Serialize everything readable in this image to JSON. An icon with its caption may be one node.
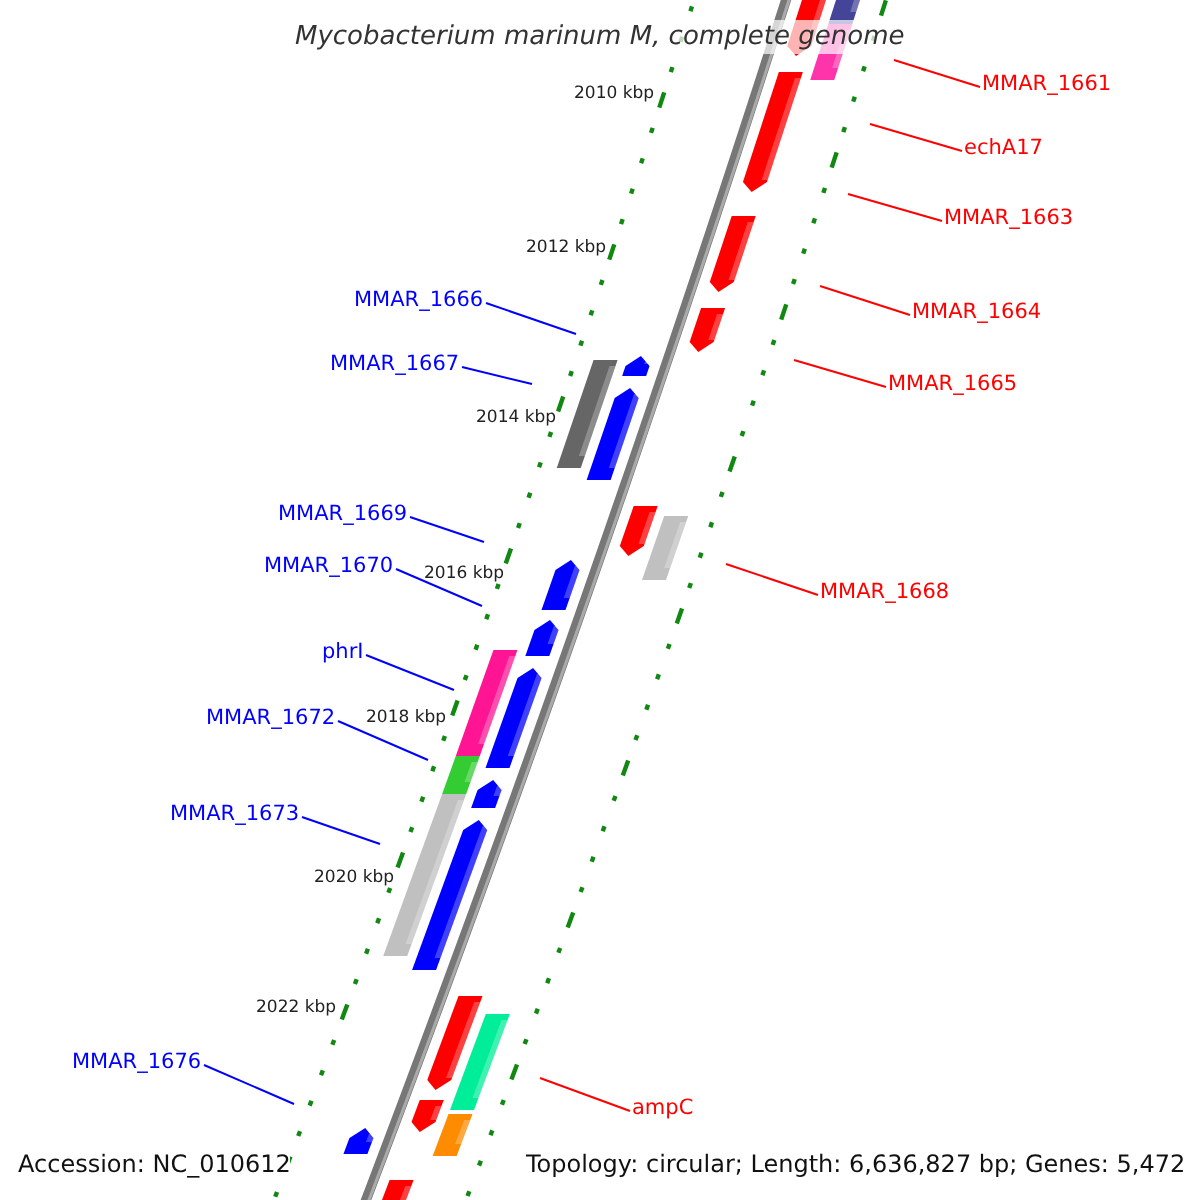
{
  "diagram": {
    "title": "Mycobacterium marinum M, complete genome",
    "nodes": [
      {
        "text": [
          "MMAR_1661"
        ]
      },
      {
        "text": [
          "echA17"
        ]
      },
      {
        "text": [
          "MMAR_1663"
        ]
      },
      {
        "text": [
          "MMAR_1666"
        ]
      },
      {
        "text": [
          "MMAR_1664"
        ]
      },
      {
        "text": [
          "MMAR_1667"
        ]
      },
      {
        "text": [
          "MMAR_1665"
        ]
      },
      {
        "text": [
          "MMAR_1669"
        ]
      },
      {
        "text": [
          "MMAR_1670"
        ]
      },
      {
        "text": [
          "MMAR_1668"
        ]
      },
      {
        "text": [
          "phrI"
        ]
      },
      {
        "text": [
          "MMAR_1672"
        ]
      },
      {
        "text": [
          "MMAR_1673"
        ]
      },
      {
        "text": [
          "MMAR_1676"
        ]
      },
      {
        "text": [
          "ampC"
        ]
      }
    ],
    "edges": [
      {
        "from": 0,
        "to": null,
        "arrow": "none",
        "color": "#ff0000"
      },
      {
        "from": 1,
        "to": null,
        "arrow": "none",
        "color": "#ff0000"
      },
      {
        "from": 2,
        "to": null,
        "arrow": "none",
        "color": "#ff0000"
      },
      {
        "from": 3,
        "to": null,
        "arrow": "none"
      },
      {
        "from": 4,
        "to": null,
        "arrow": "none",
        "color": "#ff0000"
      },
      {
        "from": 5,
        "to": null,
        "arrow": "none"
      },
      {
        "from": 6,
        "to": null,
        "arrow": "none",
        "color": "#ff0000"
      },
      {
        "from": 7,
        "to": null,
        "arrow": "none"
      },
      {
        "from": 8,
        "to": null,
        "arrow": "none"
      },
      {
        "from": 9,
        "to": null,
        "arrow": "none",
        "color": "#ff0000"
      },
      {
        "from": 10,
        "to": null,
        "arrow": "none"
      },
      {
        "from": 11,
        "to": null,
        "arrow": "none"
      },
      {
        "from": 12,
        "to": null,
        "arrow": "none"
      },
      {
        "from": 13,
        "to": null,
        "arrow": "none"
      },
      {
        "from": 14,
        "to": null,
        "arrow": "none",
        "color": "#ff0000"
      }
    ],
    "labels": [
      "2010 kbp",
      "2012 kbp",
      "2014 kbp",
      "2016 kbp",
      "2018 kbp",
      "2020 kbp",
      "2022 kbp",
      "Accession: NC_010612",
      "Topology: circular; Length: 6,636,827 bp; Genes: 5,472"
    ]
  }
}
